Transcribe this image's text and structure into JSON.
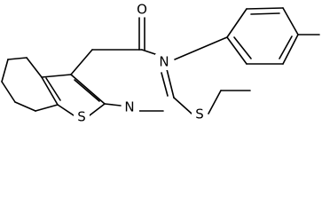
{
  "molecule": {
    "atoms": {
      "oxygen": "O",
      "n_ring": "N",
      "n_ring_lower": "N",
      "s_thiophene": "S",
      "s_thioether": "S"
    },
    "colors": {
      "bond": "#000000",
      "label": "#000000",
      "background": "#ffffff"
    }
  }
}
